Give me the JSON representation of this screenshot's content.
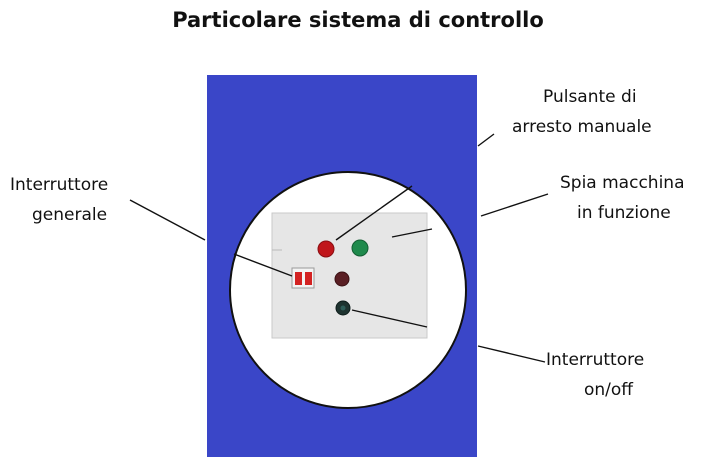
{
  "title": "Particolare sistema di controllo",
  "labels": {
    "stop_button": [
      "Pulsante di",
      "arresto manuale"
    ],
    "running_light": [
      "Spia macchina",
      "in funzione"
    ],
    "main_switch": [
      "Interruttore",
      "generale"
    ],
    "onoff_switch": [
      "Interruttore",
      "on/off"
    ]
  },
  "colors": {
    "cabinet": "#3a46c8",
    "panel": "#e6e6e6",
    "stop_button": "#c0161b",
    "running_light": "#1f8a4c",
    "knob": "#5a1f24",
    "onoff_switch": "#1e3330",
    "main_switch": "#d32222"
  }
}
